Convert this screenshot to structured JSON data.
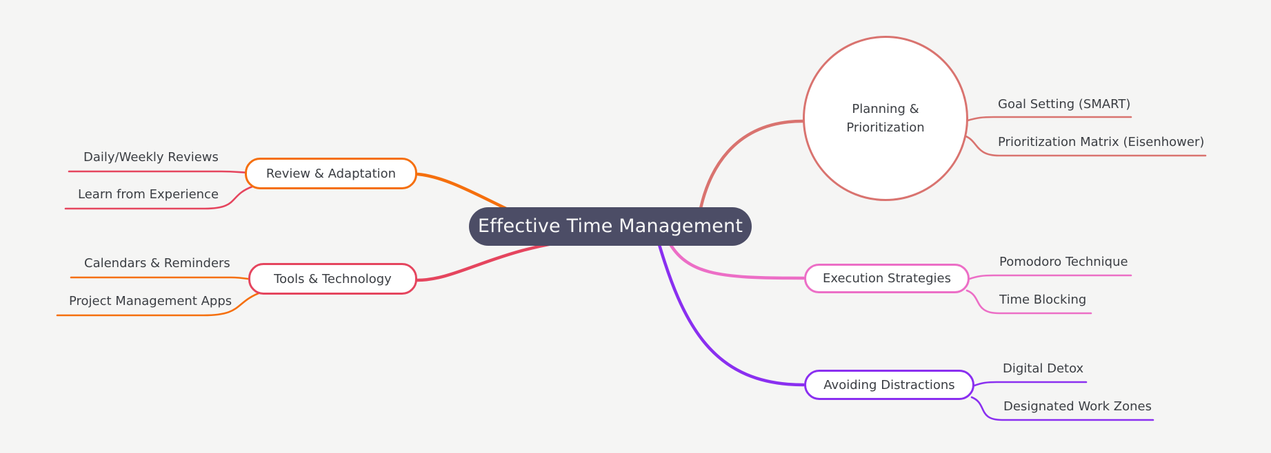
{
  "colors": {
    "background": "#f5f5f4",
    "ink": "#3b3e43",
    "root_bg": "#4c4d66",
    "root_text": "#f7f7f7"
  },
  "root": {
    "label": "Effective Time Management"
  },
  "branches": [
    {
      "label": "Planning & Prioritization",
      "color": "#d9736f",
      "child_color": "#d9736f",
      "shape": "circle",
      "children": [
        "Goal Setting (SMART)",
        "Prioritization Matrix (Eisenhower)"
      ]
    },
    {
      "label": "Execution Strategies",
      "color": "#ec6ec6",
      "child_color": "#ec6ec6",
      "shape": "pill",
      "children": [
        "Pomodoro Technique",
        "Time Blocking"
      ]
    },
    {
      "label": "Avoiding Distractions",
      "color": "#8a2ff0",
      "child_color": "#8a2ff0",
      "shape": "pill",
      "children": [
        "Digital Detox",
        "Designated Work Zones"
      ]
    },
    {
      "label": "Review & Adaptation",
      "color": "#f56f0d",
      "child_color": "#e5455e",
      "shape": "pill",
      "children": [
        "Daily/Weekly Reviews",
        "Learn from Experience"
      ]
    },
    {
      "label": "Tools & Technology",
      "color": "#e5455e",
      "child_color": "#f56f0d",
      "shape": "pill",
      "children": [
        "Calendars & Reminders",
        "Project Management Apps"
      ]
    }
  ]
}
